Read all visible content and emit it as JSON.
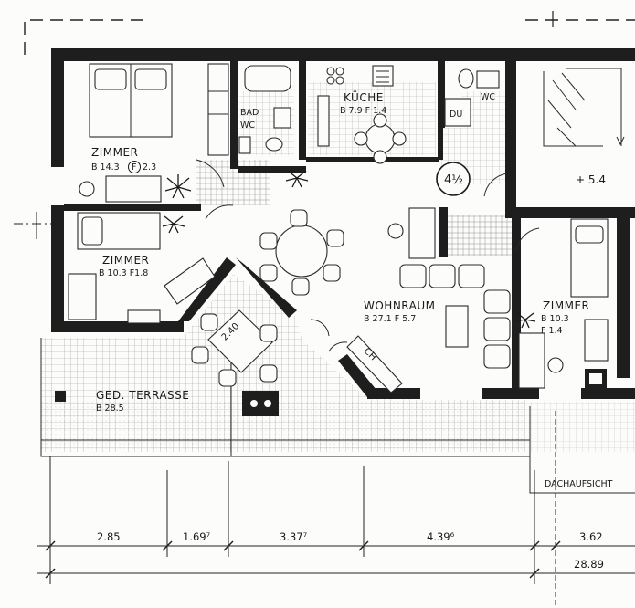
{
  "rooms": {
    "zimmer1": {
      "name": "ZIMMER",
      "area": "B 14.3",
      "marker": "F",
      "window": "2.3"
    },
    "zimmer2": {
      "name": "ZIMMER",
      "area": "B 10.3  F1.8"
    },
    "bad": {
      "line1": "BAD",
      "line2": "WC"
    },
    "kueche": {
      "name": "KÜCHE",
      "area": "B 7.9  F 1.4"
    },
    "wc": {
      "name": "WC"
    },
    "du": {
      "name": "DU"
    },
    "wohnraum": {
      "name": "WOHNRAUM",
      "area": "B 27.1   F 5.7"
    },
    "zimmer3": {
      "name": "ZIMMER",
      "area": "B 10.3",
      "window": "F  1.4"
    },
    "terrasse": {
      "name": "GED. TERRASSE",
      "area": "B 28.5"
    }
  },
  "labels": {
    "level": "+ 5.4",
    "rooms_count": "4½",
    "table": "2.40",
    "ch": "CH",
    "dachaufsicht": "DACHAUFSICHT"
  },
  "dimensions": {
    "d1": "2.85",
    "d2": "1.69⁷",
    "d3": "3.37⁷",
    "d4": "4.39⁶",
    "d5": "3.62",
    "total": "28.89"
  }
}
